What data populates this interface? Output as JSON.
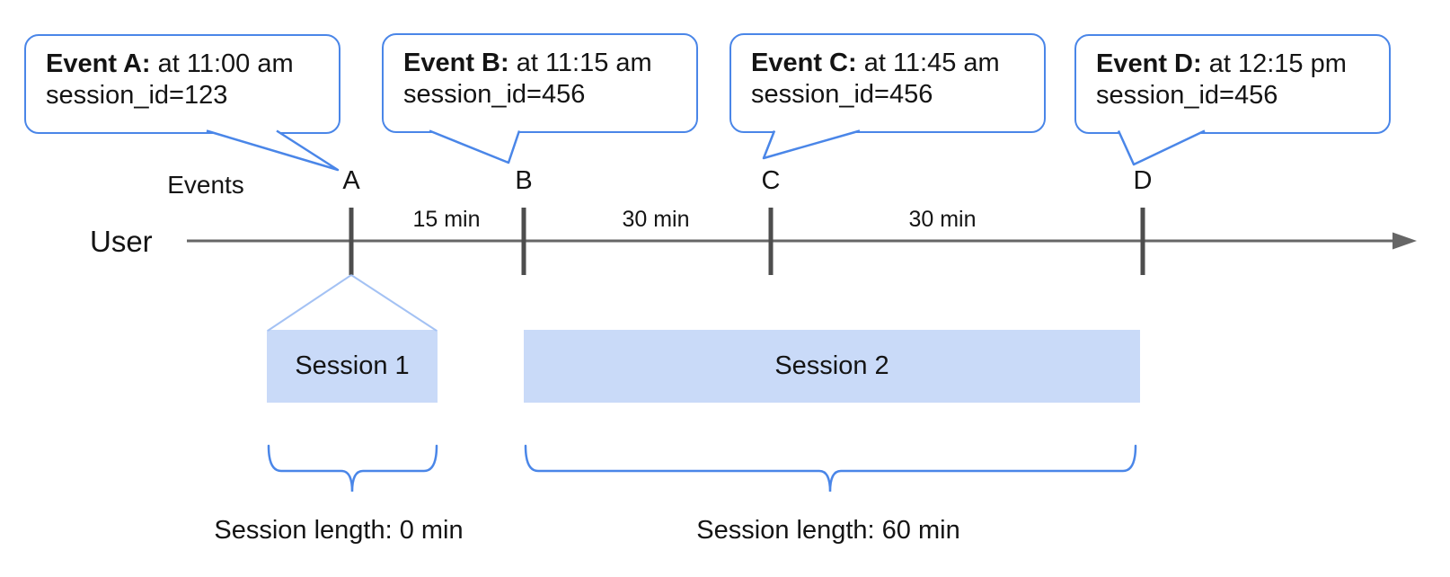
{
  "bubbles": [
    {
      "bold": "Event A:",
      "text": " at 11:00 am",
      "line2": "session_id=123"
    },
    {
      "bold": "Event B:",
      "text": " at 11:15 am",
      "line2": "session_id=456"
    },
    {
      "bold": "Event C:",
      "text": " at 11:45 am",
      "line2": "session_id=456"
    },
    {
      "bold": "Event D:",
      "text": " at 12:15 pm",
      "line2": "session_id=456"
    }
  ],
  "timeline": {
    "events_label": "Events",
    "user_label": "User",
    "markers": [
      "A",
      "B",
      "C",
      "D"
    ],
    "intervals": [
      "15 min",
      "30 min",
      "30 min"
    ]
  },
  "sessions": [
    {
      "label": "Session 1",
      "length_label": "Session length: 0 min"
    },
    {
      "label": "Session 2",
      "length_label": "Session length: 60 min"
    }
  ],
  "colors": {
    "bubble_border": "#4a86e8",
    "session_fill": "#c9daf8",
    "funnel_line": "#a4c2f4",
    "timeline_gray": "#666666",
    "tick_gray": "#4d4d4d",
    "brace_blue": "#4a86e8",
    "text": "#141414"
  }
}
